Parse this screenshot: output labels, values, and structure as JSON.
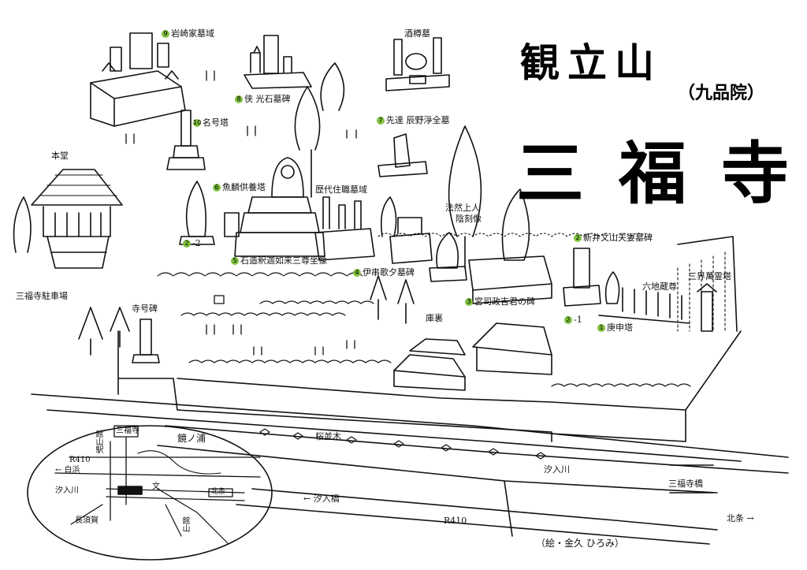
{
  "title": {
    "mountain_name": "観立山",
    "sub_name": "（九品院）",
    "temple_name": "三福寺"
  },
  "credit": "（絵・金久 ひろみ）",
  "colors": {
    "ink": "#111111",
    "marker_green": "#7fbf3f",
    "paper": "#ffffff"
  },
  "landmarks": [
    {
      "id": "9",
      "num": "⑨",
      "label": "岩崎家墓域"
    },
    {
      "id": "sake",
      "num": "",
      "label": "酒樽墓"
    },
    {
      "id": "8",
      "num": "⑧",
      "label": "侠 光石墓碑"
    },
    {
      "id": "10",
      "num": "⑩",
      "label": "名号塔"
    },
    {
      "id": "7",
      "num": "⑦",
      "label": "先達 辰野淨全墓"
    },
    {
      "id": "hondo",
      "num": "",
      "label": "本堂"
    },
    {
      "id": "6",
      "num": "⑥",
      "label": "魚麟供養塔"
    },
    {
      "id": "rekidai",
      "num": "",
      "label": "歴代住職墓域"
    },
    {
      "id": "honen",
      "num": "",
      "label": "法然上人"
    },
    {
      "id": "inkoku",
      "num": "",
      "label": "陰刻像"
    },
    {
      "id": "2-2",
      "num": "②",
      "label": "-2"
    },
    {
      "id": "2",
      "num": "②",
      "label": "新井文山夫妻墓碑"
    },
    {
      "id": "5",
      "num": "⑤",
      "label": "石造釈迦如来三尊坐像"
    },
    {
      "id": "4",
      "num": "④",
      "label": "伊串歌夕墓碑"
    },
    {
      "id": "sangai",
      "num": "",
      "label": "三界萬霊塔"
    },
    {
      "id": "rokujizo",
      "num": "",
      "label": "六地蔵尊"
    },
    {
      "id": "parking",
      "num": "",
      "label": "三福寺駐車場"
    },
    {
      "id": "jigohi",
      "num": "",
      "label": "寺号碑"
    },
    {
      "id": "3",
      "num": "③",
      "label": "宮司政吉君の碑"
    },
    {
      "id": "kuri",
      "num": "",
      "label": "庫裏"
    },
    {
      "id": "2-1",
      "num": "②",
      "label": "-1"
    },
    {
      "id": "1",
      "num": "①",
      "label": "庚申塔"
    }
  ],
  "roads": {
    "sakura": "桜並木",
    "river": "汐入川",
    "bridge_sanpuku": "三福寺橋",
    "bridge_shioiri": "← 汐入橋",
    "route": "R410",
    "hojo": "北条 →"
  },
  "inset": {
    "temple": "三福寺",
    "kagami": "鏡ノ浦",
    "tateyama_sta": "館山駅",
    "route": "R410",
    "shirahama": "← 白浜",
    "river": "汐入川",
    "bunka": "文",
    "kamogawa": "長須賀",
    "tateyama": "館山",
    "hojo": "北条"
  }
}
